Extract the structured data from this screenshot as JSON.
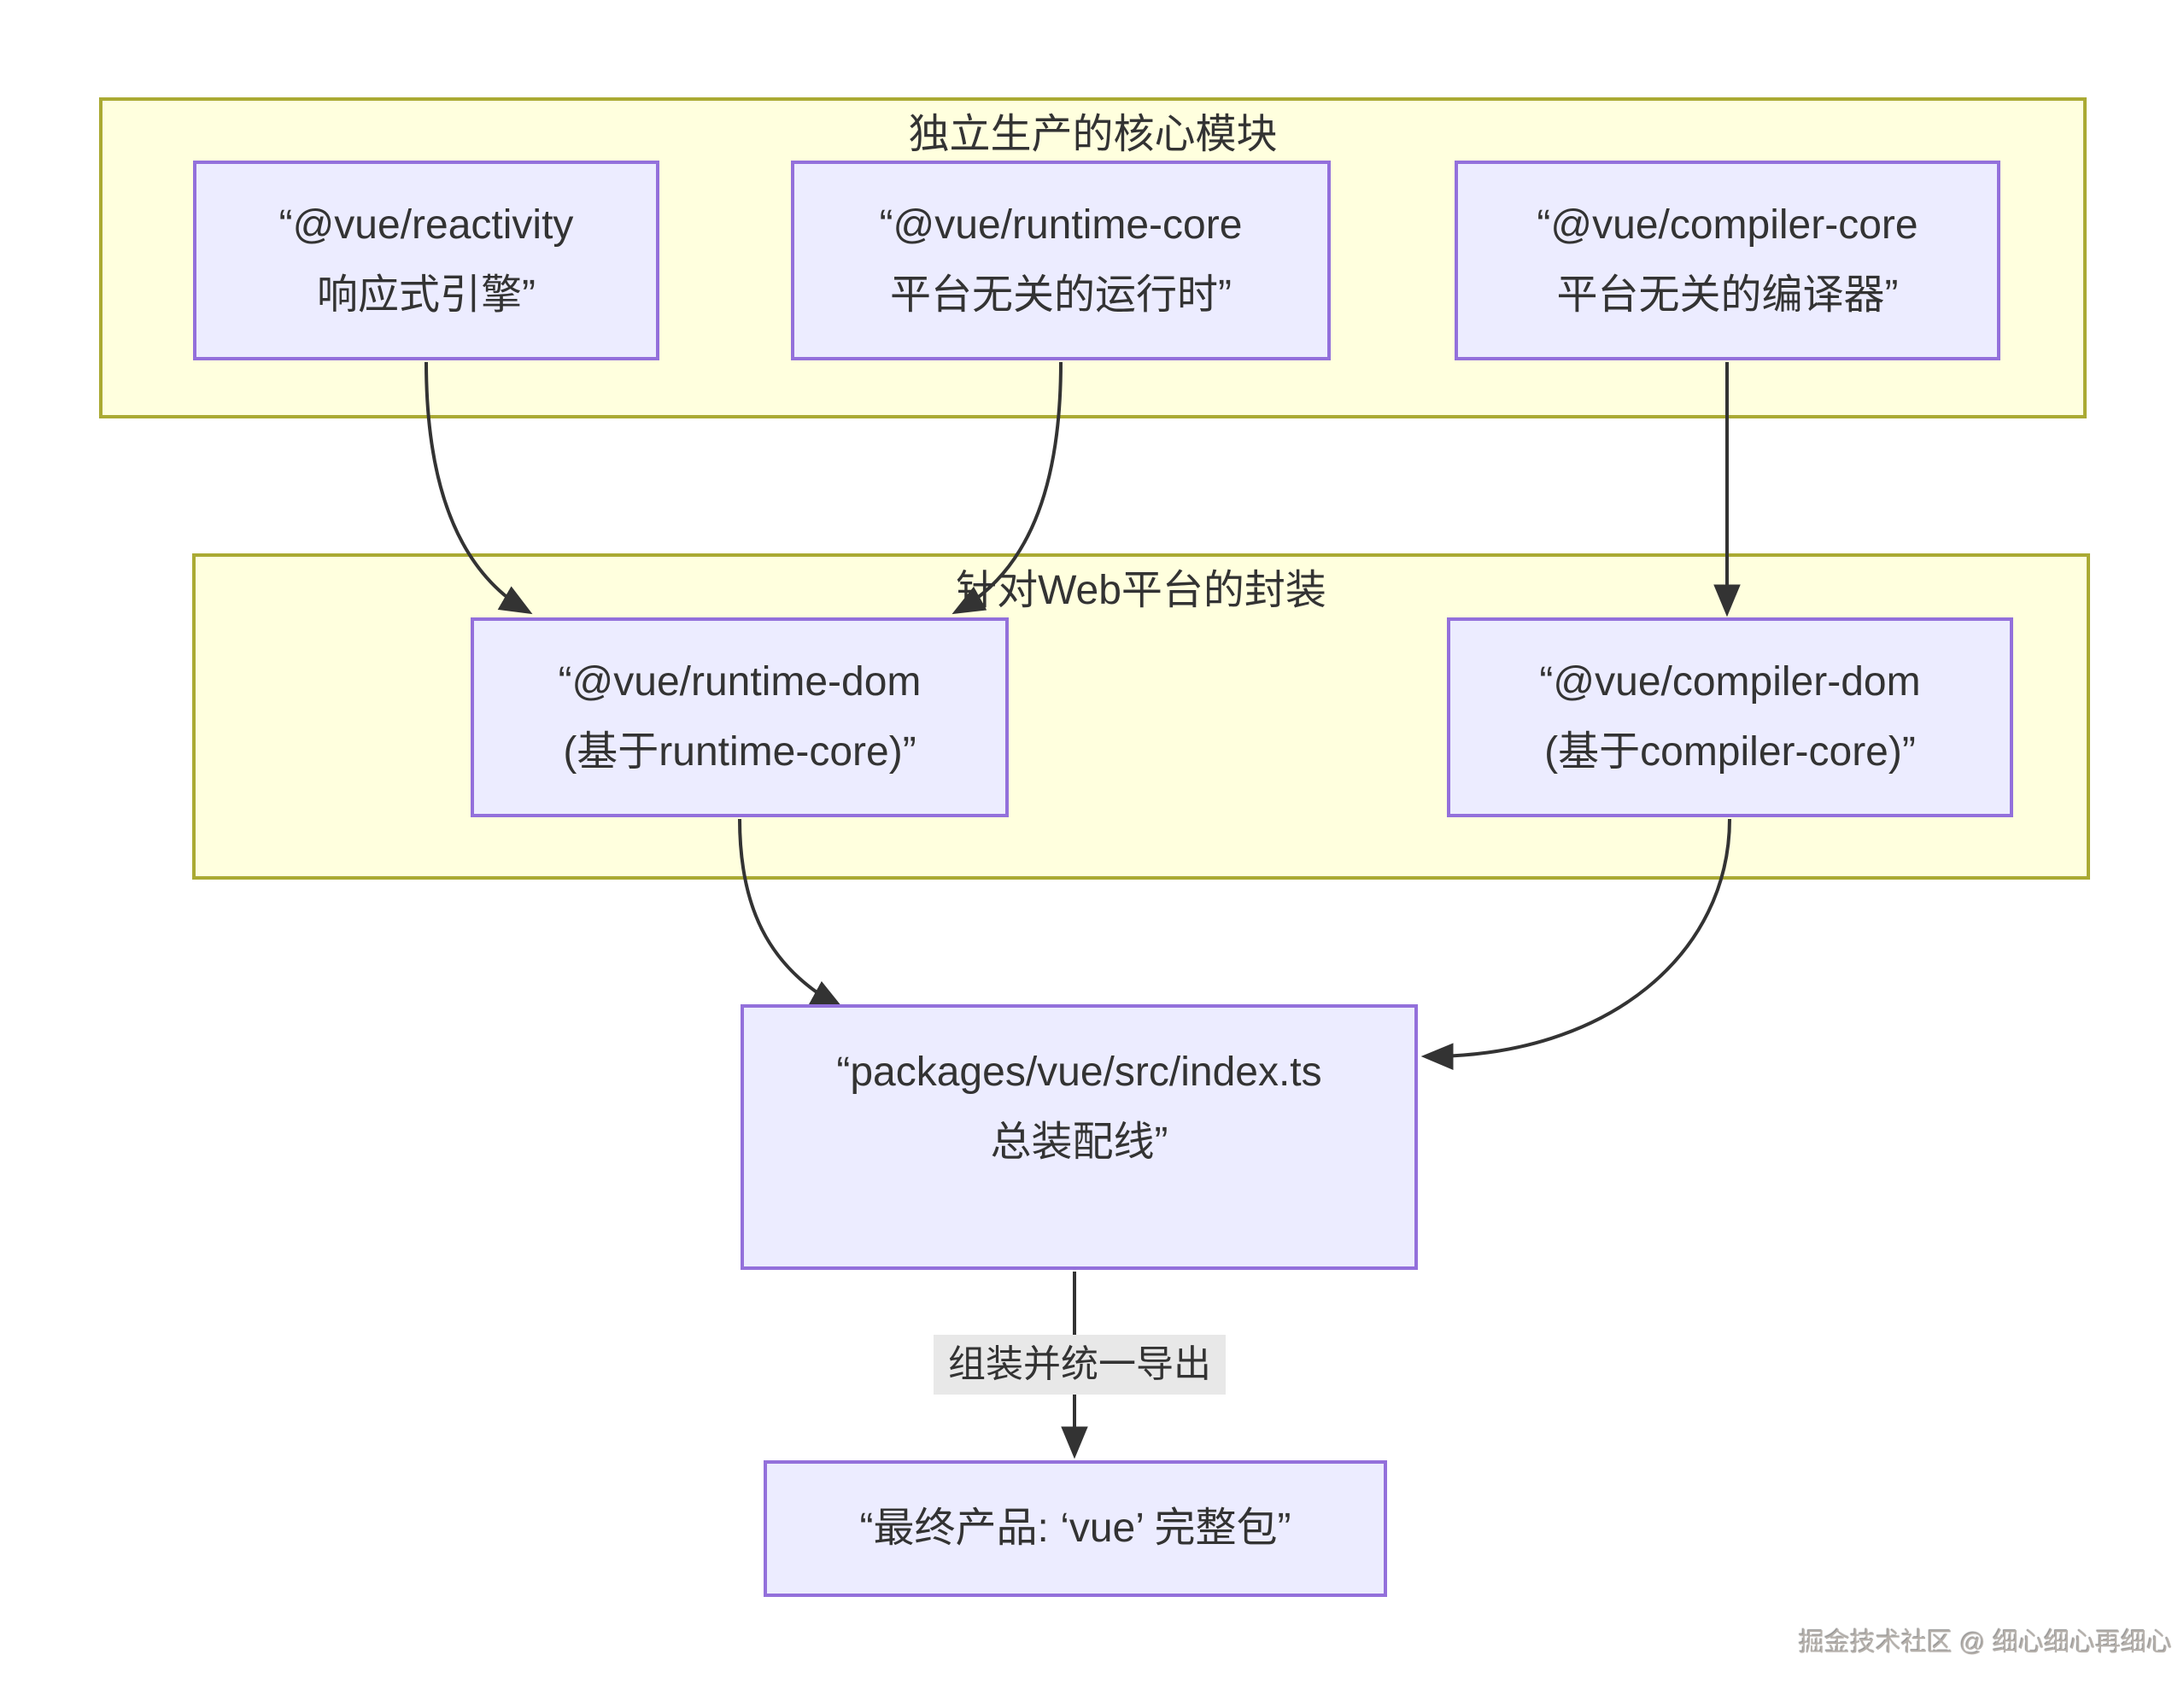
{
  "diagram": {
    "clusters": [
      {
        "id": "core-modules",
        "title": "独立生产的核心模块"
      },
      {
        "id": "web-platform",
        "title": "针对Web平台的封装"
      }
    ],
    "nodes": {
      "reactivity": {
        "line1": "“@vue/reactivity",
        "line2": "响应式引擎”"
      },
      "runtime_core": {
        "line1": "“@vue/runtime-core",
        "line2": "平台无关的运行时”"
      },
      "compiler_core": {
        "line1": "“@vue/compiler-core",
        "line2": "平台无关的编译器”"
      },
      "runtime_dom": {
        "line1": "“@vue/runtime-dom",
        "line2": "(基于runtime-core)”"
      },
      "compiler_dom": {
        "line1": "“@vue/compiler-dom",
        "line2": "(基于compiler-core)”"
      },
      "assembly": {
        "line1": "“packages/vue/src/index.ts",
        "line2": "总装配线”"
      },
      "final_product": {
        "line1": "“最终产品: ‘vue’ 完整包”"
      }
    },
    "edges": {
      "assembly_to_final_label": "组装并统一导出"
    },
    "colors": {
      "node_fill": "#ECECFF",
      "node_border": "#9370DB",
      "cluster_fill": "#ffffde",
      "cluster_border": "#aaaa33",
      "edge_line": "#333333",
      "edge_label_bg": "#e8e8e8",
      "text": "#333333"
    },
    "watermark": "掘金技术社区 @ 细心细心再细心"
  }
}
